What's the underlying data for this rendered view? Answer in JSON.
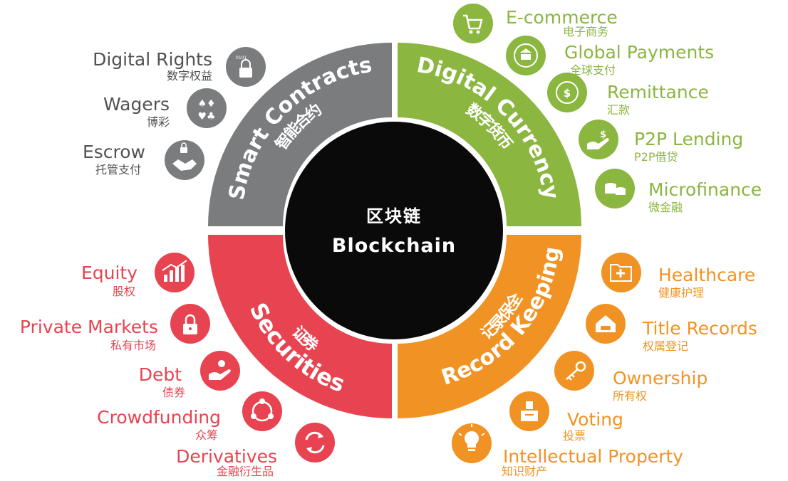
{
  "center": {
    "zh": "区块链",
    "en": "Blockchain"
  },
  "colors": {
    "gray": "#7a7c7e",
    "green": "#8bb640",
    "red": "#e84350",
    "orange": "#f19324",
    "core": "#0a0a0a",
    "label_gray": "#505254"
  },
  "segments": [
    {
      "id": "smart-contracts",
      "en": "Smart Contracts",
      "zh": "智能合约",
      "color": "#7a7c7e"
    },
    {
      "id": "digital-currency",
      "en": "Digital Currency",
      "zh": "数字货币",
      "color": "#8bb640"
    },
    {
      "id": "record-keeping",
      "en": "Record Keeping",
      "zh": "记录保全",
      "color": "#f19324"
    },
    {
      "id": "securities",
      "en": "Securities",
      "zh": "证券",
      "color": "#e84350"
    }
  ],
  "items": {
    "smart_contracts": [
      {
        "en": "Digital Rights",
        "zh": "数字权益",
        "icon": "lock-binary-icon"
      },
      {
        "en": "Wagers",
        "zh": "博彩",
        "icon": "card-suits-icon"
      },
      {
        "en": "Escrow",
        "zh": "托管支付",
        "icon": "handshake-lock-icon"
      }
    ],
    "digital_currency": [
      {
        "en": "E-commerce",
        "zh": "电子商务",
        "icon": "shopping-cart-icon"
      },
      {
        "en": "Global Payments",
        "zh": "全球支付",
        "icon": "globe-bank-icon"
      },
      {
        "en": "Remittance",
        "zh": "汇款",
        "icon": "money-transfer-icon"
      },
      {
        "en": "P2P Lending",
        "zh": "P2P借贷",
        "icon": "hand-money-icon"
      },
      {
        "en": "Microfinance",
        "zh": "微金融",
        "icon": "coin-stack-icon"
      }
    ],
    "record_keeping": [
      {
        "en": "Healthcare",
        "zh": "健康护理",
        "icon": "medical-folder-icon"
      },
      {
        "en": "Title Records",
        "zh": "权属登记",
        "icon": "house-car-icon"
      },
      {
        "en": "Ownership",
        "zh": "所有权",
        "icon": "key-icon"
      },
      {
        "en": "Voting",
        "zh": "投票",
        "icon": "ballot-box-icon"
      },
      {
        "en": "Intellectual Property",
        "zh": "知识财产",
        "icon": "lightbulb-icon"
      }
    ],
    "securities": [
      {
        "en": "Equity",
        "zh": "股权",
        "icon": "bar-chart-icon"
      },
      {
        "en": "Private Markets",
        "zh": "私有市场",
        "icon": "padlock-icon"
      },
      {
        "en": "Debt",
        "zh": "债券",
        "icon": "hand-coin-icon"
      },
      {
        "en": "Crowdfunding",
        "zh": "众筹",
        "icon": "people-circle-icon"
      },
      {
        "en": "Derivatives",
        "zh": "金融衍生品",
        "icon": "cycle-arrows-icon"
      }
    ]
  }
}
